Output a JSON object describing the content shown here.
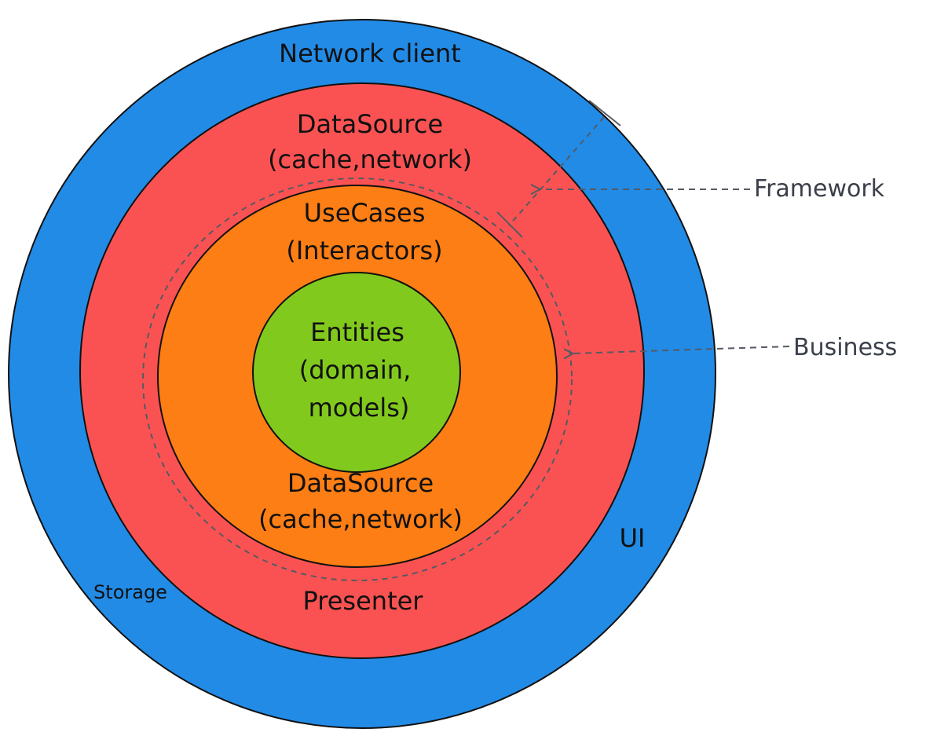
{
  "colors": {
    "outer_ring": "#228be6",
    "mid_ring": "#fa5252",
    "inner_ring": "#fd7e14",
    "core": "#82c91e",
    "stroke": "#111111",
    "annotation": "#555a63"
  },
  "rings": {
    "outer": {
      "top_label": "Network client",
      "right_label": "UI",
      "left_label": "Storage"
    },
    "middle": {
      "top_line1": "DataSource",
      "top_line2": "(cache,network)",
      "bottom_label": "Presenter"
    },
    "inner": {
      "top_line1": "UseCases",
      "top_line2": "(Interactors)",
      "bottom_line1": "DataSource",
      "bottom_line2": "(cache,network)"
    },
    "core": {
      "line1": "Entities",
      "line2": "(domain,",
      "line3": "models)"
    }
  },
  "annotations": {
    "framework": "Framework",
    "business": "Business"
  }
}
